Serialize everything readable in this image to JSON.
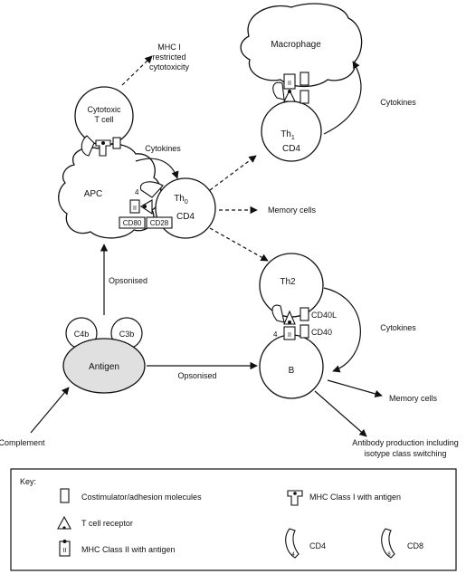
{
  "cells": {
    "macrophage": "Macrophage",
    "cytotoxic_line1": "Cytotoxic",
    "cytotoxic_line2": "T cell",
    "apc": "APC",
    "th0": "Th",
    "th0_sub": "0",
    "th0_cd4": "CD4",
    "th1": "Th",
    "th1_sub": "1",
    "th1_cd4": "CD4",
    "th2": "Th2",
    "b": "B",
    "antigen": "Antigen",
    "c4b": "C4b",
    "c3b": "C3b"
  },
  "labels": {
    "mhc1_line1": "MHC I",
    "mhc1_line2": "restricted",
    "mhc1_line3": "cytotoxicity",
    "cytokines_apc": "Cytokines",
    "cytokines_macrophage": "Cytokines",
    "cytokines_b": "Cytokines",
    "memory_cells_th0": "Memory cells",
    "memory_cells_b": "Memory cells",
    "opsonised_vertical": "Opsonised",
    "opsonised_horizontal": "Opsonised",
    "complement": "Complement",
    "antibody_line1": "Antibody production including",
    "antibody_line2": "isotype class switching",
    "cd80": "CD80",
    "cd28": "CD28",
    "cd40l": "CD40L",
    "cd40": "CD40",
    "cd4_num": "4",
    "mhc2_roman": "II"
  },
  "key": {
    "title": "Key:",
    "costim": "Costimulator/adhesion molecules",
    "tcr": "T cell receptor",
    "mhc2": "MHC Class II with antigen",
    "mhc1": "MHC Class I with antigen",
    "cd4": "CD4",
    "cd8": "CD8",
    "cd4_glyph": "4",
    "cd8_glyph": "8",
    "mhc2_glyph": "II"
  }
}
